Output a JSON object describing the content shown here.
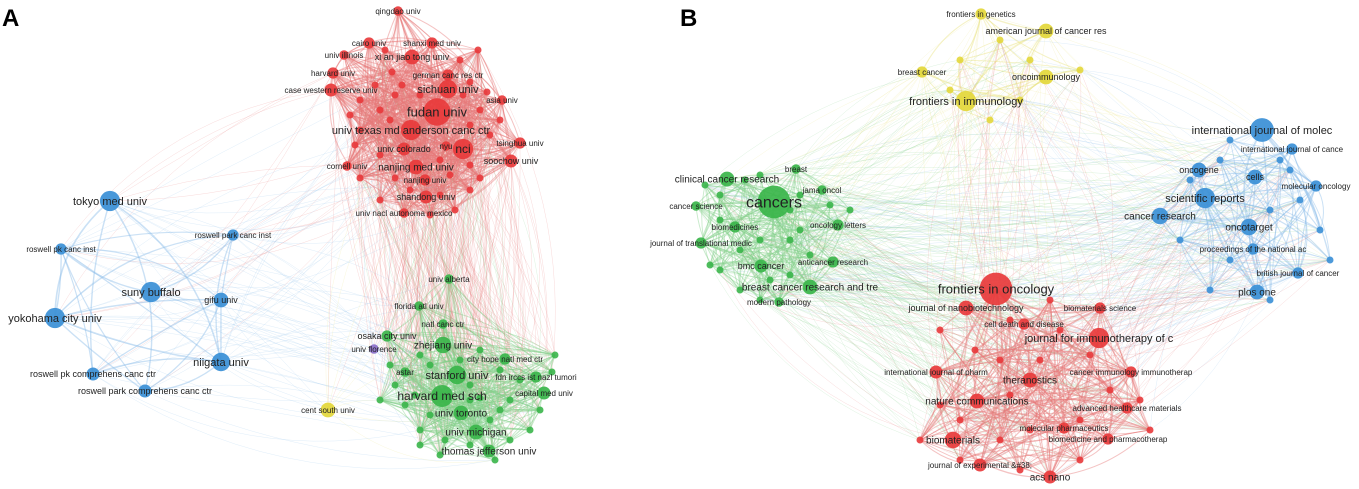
{
  "colors": {
    "red": "#e8393b",
    "green": "#3ab54a",
    "blue": "#3a8fd6",
    "yellow": "#e3d73a",
    "purple": "#8a6fc9",
    "edge_red": "#e67a7a",
    "edge_green": "#86d08c",
    "edge_blue": "#8cbde9",
    "edge_yellow": "#e8e280"
  },
  "panels": [
    {
      "letter": "A",
      "nodes": [
        {
          "id": "qingdao univ",
          "label": "qingdao univ",
          "cluster": "red",
          "size": 3
        },
        {
          "id": "cairo univ",
          "label": "cairo univ",
          "cluster": "red",
          "size": 4
        },
        {
          "id": "shanxi med univ",
          "label": "shanxi med univ",
          "cluster": "red",
          "size": 4
        },
        {
          "id": "univ illinois",
          "label": "univ illinois",
          "cluster": "red",
          "size": 3
        },
        {
          "id": "xi an jiao tong univ",
          "label": "xi an jiao tong univ",
          "cluster": "red",
          "size": 6
        },
        {
          "id": "harvard univ",
          "label": "harvard univ",
          "cluster": "red",
          "size": 4
        },
        {
          "id": "german canc res ctr",
          "label": "german canc res ctr",
          "cluster": "red",
          "size": 4
        },
        {
          "id": "case western reserve univ",
          "label": "case western reserve univ",
          "cluster": "red",
          "size": 5
        },
        {
          "id": "sichuan univ",
          "label": "sichuan univ",
          "cluster": "red",
          "size": 8
        },
        {
          "id": "asia univ",
          "label": "asia univ",
          "cluster": "red",
          "size": 3
        },
        {
          "id": "fudan univ",
          "label": "fudan univ",
          "cluster": "red",
          "size": 13
        },
        {
          "id": "univ texas md anderson canc ctr",
          "label": "univ texas md anderson canc ctr",
          "cluster": "red",
          "size": 9
        },
        {
          "id": "nyu",
          "label": "nyu",
          "cluster": "red",
          "size": 3
        },
        {
          "id": "tsinghua univ",
          "label": "tsinghua univ",
          "cluster": "red",
          "size": 4
        },
        {
          "id": "univ colorado",
          "label": "univ colorado",
          "cluster": "red",
          "size": 5
        },
        {
          "id": "nci",
          "label": "nci",
          "cluster": "red",
          "size": 9
        },
        {
          "id": "soochow univ",
          "label": "soochow univ",
          "cluster": "red",
          "size": 5
        },
        {
          "id": "cornell univ",
          "label": "cornell univ",
          "cluster": "red",
          "size": 3
        },
        {
          "id": "nanjing med univ",
          "label": "nanjing med univ",
          "cluster": "red",
          "size": 6
        },
        {
          "id": "nanjing univ",
          "label": "nanjing univ",
          "cluster": "red",
          "size": 4
        },
        {
          "id": "shandong univ",
          "label": "shandong univ",
          "cluster": "red",
          "size": 5
        },
        {
          "id": "univ nacl autonoma mexico",
          "label": "univ nacl autonoma mexico",
          "cluster": "red",
          "size": 3
        },
        {
          "id": "tokyo med univ",
          "label": "tokyo med univ",
          "cluster": "blue",
          "size": 9
        },
        {
          "id": "roswell pk canc inst",
          "label": "roswell pk canc inst",
          "cluster": "blue",
          "size": 4
        },
        {
          "id": "roswell park canc inst",
          "label": "roswell park canc inst",
          "cluster": "blue",
          "size": 4
        },
        {
          "id": "suny buffalo",
          "label": "suny buffalo",
          "cluster": "blue",
          "size": 9
        },
        {
          "id": "gifu univ",
          "label": "gifu univ",
          "cluster": "blue",
          "size": 6
        },
        {
          "id": "yokohama city univ",
          "label": "yokohama city univ",
          "cluster": "blue",
          "size": 9
        },
        {
          "id": "niigata univ",
          "label": "niigata univ",
          "cluster": "blue",
          "size": 8
        },
        {
          "id": "roswell pk comprehens canc ctr",
          "label": "roswell pk comprehens canc ctr",
          "cluster": "blue",
          "size": 5
        },
        {
          "id": "roswell park comprehens canc ctr",
          "label": "roswell park comprehens canc ctr",
          "cluster": "blue",
          "size": 5
        },
        {
          "id": "cent south univ",
          "label": "cent south univ",
          "cluster": "yellow",
          "size": 6
        },
        {
          "id": "univ alberta",
          "label": "univ alberta",
          "cluster": "green",
          "size": 3
        },
        {
          "id": "florida atl univ",
          "label": "florida atl univ",
          "cluster": "green",
          "size": 3
        },
        {
          "id": "natl canc ctr",
          "label": "natl canc ctr",
          "cluster": "green",
          "size": 3
        },
        {
          "id": "osaka city univ",
          "label": "osaka city univ",
          "cluster": "green",
          "size": 4
        },
        {
          "id": "univ florence",
          "label": "univ florence",
          "cluster": "purple",
          "size": 3
        },
        {
          "id": "zhejiang univ",
          "label": "zhejiang univ",
          "cluster": "green",
          "size": 7
        },
        {
          "id": "city hope natl med ctr",
          "label": "city hope natl med ctr",
          "cluster": "green",
          "size": 4
        },
        {
          "id": "astar",
          "label": "astar",
          "cluster": "green",
          "size": 3
        },
        {
          "id": "stanford univ",
          "label": "stanford univ",
          "cluster": "green",
          "size": 8
        },
        {
          "id": "fdn irccs ist nazl tumori",
          "label": "fdn irccs ist nazl tumori",
          "cluster": "green",
          "size": 4
        },
        {
          "id": "harvard med sch",
          "label": "harvard med sch",
          "cluster": "green",
          "size": 10
        },
        {
          "id": "capital med univ",
          "label": "capital med univ",
          "cluster": "green",
          "size": 5
        },
        {
          "id": "univ toronto",
          "label": "univ toronto",
          "cluster": "green",
          "size": 6
        },
        {
          "id": "univ michigan",
          "label": "univ michigan",
          "cluster": "green",
          "size": 6
        },
        {
          "id": "thomas jefferson univ",
          "label": "thomas jefferson univ",
          "cluster": "green",
          "size": 5
        }
      ]
    },
    {
      "letter": "B",
      "nodes": [
        {
          "id": "frontiers in genetics",
          "label": "frontiers in genetics",
          "cluster": "yellow",
          "size": 4
        },
        {
          "id": "american journal of cancer res",
          "label": "american journal of cancer res",
          "cluster": "yellow",
          "size": 6
        },
        {
          "id": "breast cancer",
          "label": "breast cancer",
          "cluster": "yellow",
          "size": 4
        },
        {
          "id": "oncoimmunology",
          "label": "oncoimmunology",
          "cluster": "yellow",
          "size": 6
        },
        {
          "id": "frontiers in immunology",
          "label": "frontiers in immunology",
          "cluster": "yellow",
          "size": 9
        },
        {
          "id": "international journal of molec",
          "label": "international journal of molec",
          "cluster": "blue",
          "size": 11
        },
        {
          "id": "international journal of cance",
          "label": "international journal of cance",
          "cluster": "blue",
          "size": 4
        },
        {
          "id": "breast",
          "label": "breast",
          "cluster": "green",
          "size": 3
        },
        {
          "id": "clinical cancer research",
          "label": "clinical cancer research",
          "cluster": "green",
          "size": 6
        },
        {
          "id": "jama oncol",
          "label": "jama oncol",
          "cluster": "green",
          "size": 3
        },
        {
          "id": "cancers",
          "label": "cancers",
          "cluster": "green",
          "size": 16
        },
        {
          "id": "oncogene",
          "label": "oncogene",
          "cluster": "blue",
          "size": 6
        },
        {
          "id": "cells",
          "label": "cells",
          "cluster": "blue",
          "size": 6
        },
        {
          "id": "molecular oncology",
          "label": "molecular oncology",
          "cluster": "blue",
          "size": 4
        },
        {
          "id": "cancer science",
          "label": "cancer science",
          "cluster": "green",
          "size": 3
        },
        {
          "id": "scientific reports",
          "label": "scientific reports",
          "cluster": "blue",
          "size": 9
        },
        {
          "id": "biomedicines",
          "label": "biomedicines",
          "cluster": "green",
          "size": 4
        },
        {
          "id": "oncology letters",
          "label": "oncology letters",
          "cluster": "green",
          "size": 4
        },
        {
          "id": "cancer research",
          "label": "cancer research",
          "cluster": "blue",
          "size": 7
        },
        {
          "id": "oncotarget",
          "label": "oncotarget",
          "cluster": "blue",
          "size": 7
        },
        {
          "id": "journal of translational medic",
          "label": "journal of translational medic",
          "cluster": "green",
          "size": 4
        },
        {
          "id": "proceedings of the national ac",
          "label": "proceedings of the national ac",
          "cluster": "blue",
          "size": 4
        },
        {
          "id": "bmc cancer",
          "label": "bmc cancer",
          "cluster": "green",
          "size": 5
        },
        {
          "id": "anticancer research",
          "label": "anticancer research",
          "cluster": "green",
          "size": 4
        },
        {
          "id": "british journal of cancer",
          "label": "british journal of cancer",
          "cluster": "blue",
          "size": 4
        },
        {
          "id": "breast cancer research and tre",
          "label": "breast cancer research and tre",
          "cluster": "green",
          "size": 6
        },
        {
          "id": "frontiers in oncology",
          "label": "frontiers in oncology",
          "cluster": "red",
          "size": 16
        },
        {
          "id": "plos one",
          "label": "plos one",
          "cluster": "blue",
          "size": 6
        },
        {
          "id": "modern pathology",
          "label": "modern pathology",
          "cluster": "green",
          "size": 3
        },
        {
          "id": "journal of nanobiotechnology",
          "label": "journal of nanobiotechnology",
          "cluster": "red",
          "size": 6
        },
        {
          "id": "biomaterials science",
          "label": "biomaterials science",
          "cluster": "red",
          "size": 4
        },
        {
          "id": "cell death and disease",
          "label": "cell death and disease",
          "cluster": "red",
          "size": 4
        },
        {
          "id": "journal for immunotherapy of c",
          "label": "journal for immunotherapy of c",
          "cluster": "red",
          "size": 9
        },
        {
          "id": "international journal of pharm",
          "label": "international journal of pharm",
          "cluster": "red",
          "size": 5
        },
        {
          "id": "theranostics",
          "label": "theranostics",
          "cluster": "red",
          "size": 6
        },
        {
          "id": "cancer immunology immunotherap",
          "label": "cancer immunology immunotherap",
          "cluster": "red",
          "size": 4
        },
        {
          "id": "nature communications",
          "label": "nature communications",
          "cluster": "red",
          "size": 6
        },
        {
          "id": "advanced healthcare materials",
          "label": "advanced healthcare materials",
          "cluster": "red",
          "size": 4
        },
        {
          "id": "molecular pharmaceutics",
          "label": "molecular pharmaceutics",
          "cluster": "red",
          "size": 4
        },
        {
          "id": "biomaterials",
          "label": "biomaterials",
          "cluster": "red",
          "size": 7
        },
        {
          "id": "biomedicine and pharmacotherap",
          "label": "biomedicine and pharmacotherap",
          "cluster": "red",
          "size": 4
        },
        {
          "id": "journal of experimental &#38;",
          "label": "journal of experimental &#38;",
          "cluster": "red",
          "size": 5
        },
        {
          "id": "acs nano",
          "label": "acs nano",
          "cluster": "red",
          "size": 5
        }
      ]
    }
  ]
}
